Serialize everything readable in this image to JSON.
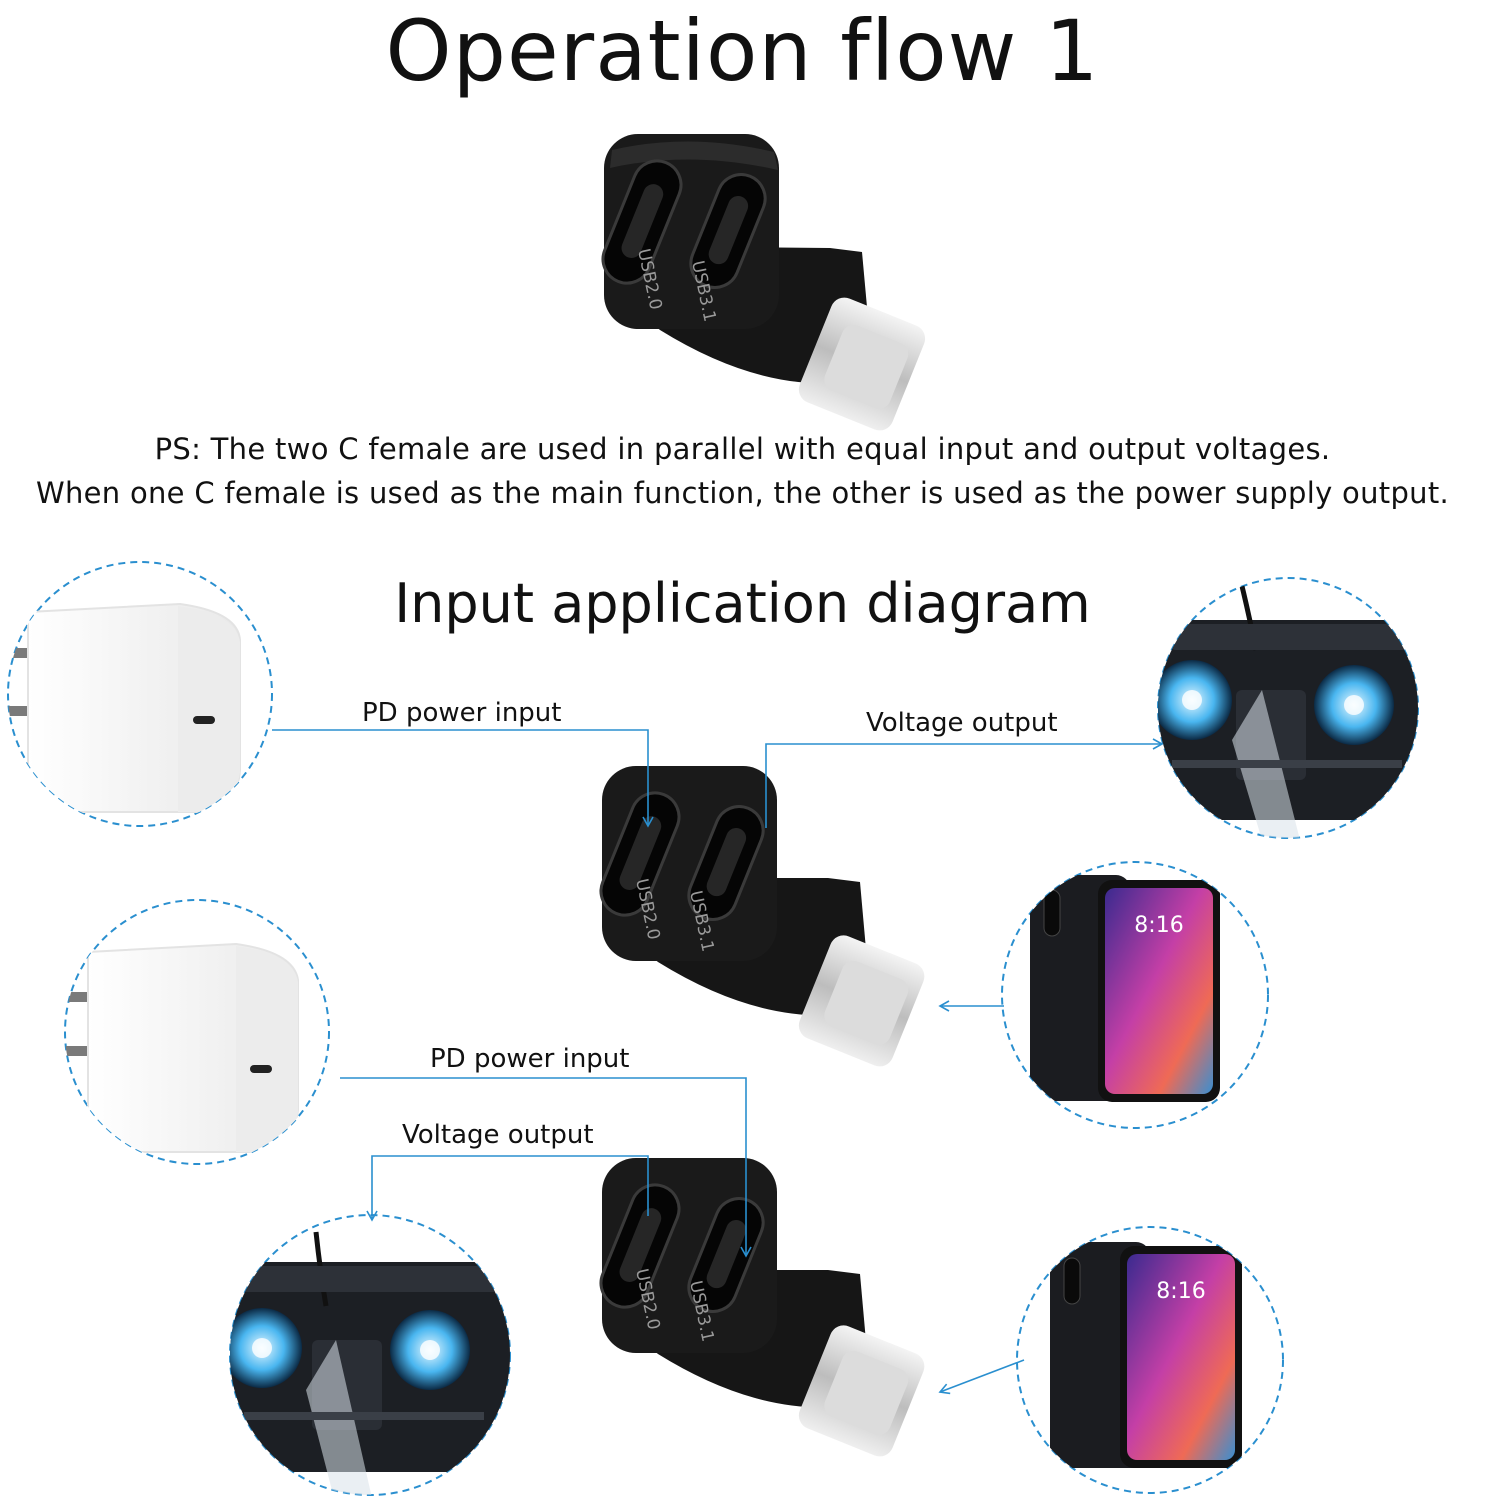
{
  "title": "Operation flow 1",
  "notes": [
    "PS: The two C female are used in parallel with equal input and output voltages.",
    "When one C female is used as the main function, the other is used as the power supply output."
  ],
  "subtitle": "Input application diagram",
  "adapter": {
    "port_left_label": "USB2.0",
    "port_right_label": "USB3.1"
  },
  "flow_top": {
    "input_label": "PD power input",
    "output_label": "Voltage output"
  },
  "flow_bottom": {
    "input_label": "PD power input",
    "output_label": "Voltage output"
  },
  "phone": {
    "clock": "8:16"
  },
  "colors": {
    "accent": "#2a8fcf",
    "adapter_body": "#111111",
    "plug_metal": "#c9c9c9"
  },
  "icons": [
    "usb-c-charger",
    "gamepad-controller",
    "smartphone",
    "usb-c-adapter"
  ]
}
